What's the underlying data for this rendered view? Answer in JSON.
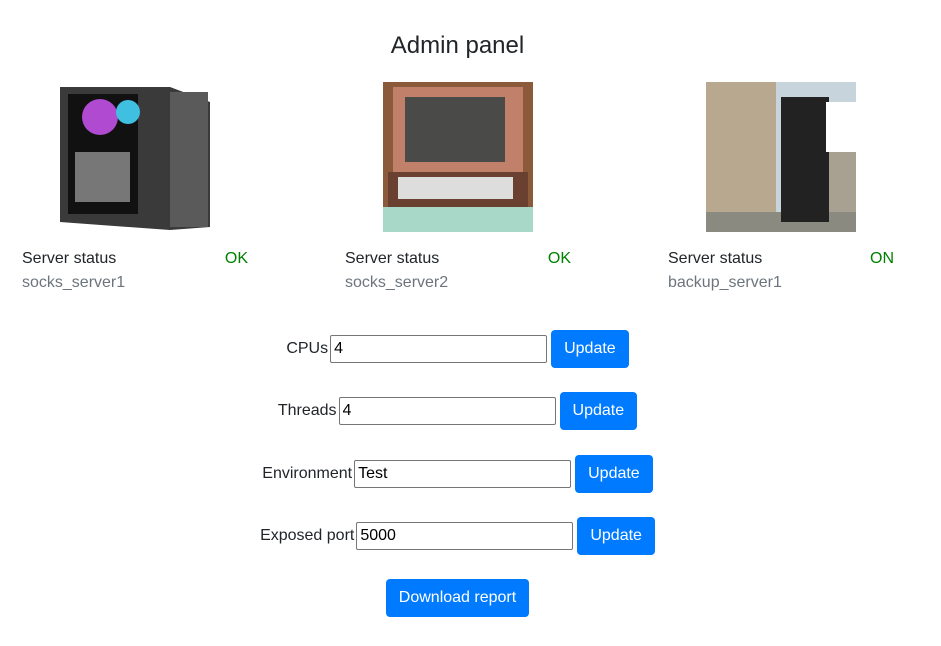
{
  "title": "Admin panel",
  "servers": [
    {
      "label": "Server status",
      "status": "OK",
      "name": "socks_server1",
      "status_color": "#008000"
    },
    {
      "label": "Server status",
      "status": "OK",
      "name": "socks_server2",
      "status_color": "#008000"
    },
    {
      "label": "Server status",
      "status": "ON",
      "name": "backup_server1",
      "status_color": "#008000"
    }
  ],
  "form": [
    {
      "label": "CPUs",
      "value": "4",
      "button": "Update"
    },
    {
      "label": "Threads",
      "value": "4",
      "button": "Update"
    },
    {
      "label": "Environment",
      "value": "Test",
      "button": "Update"
    },
    {
      "label": "Exposed port",
      "value": "5000",
      "button": "Update"
    }
  ],
  "download_label": "Download report",
  "accent": "#007bff"
}
